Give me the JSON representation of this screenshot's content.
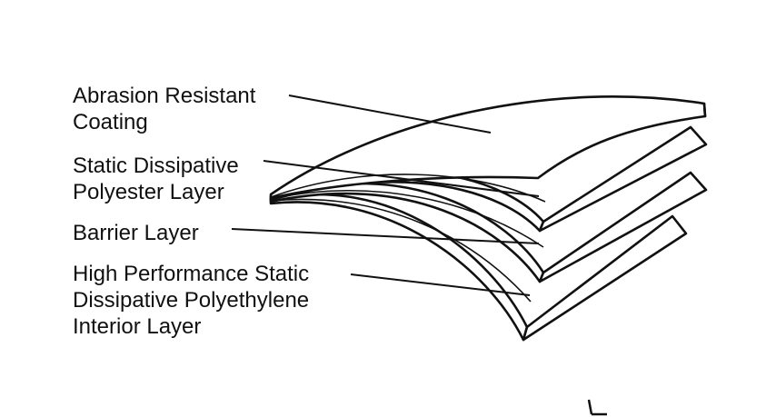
{
  "diagram": {
    "layers": [
      {
        "id": "coating",
        "lines": [
          "Abrasion Resistant",
          "Coating"
        ]
      },
      {
        "id": "polyester",
        "lines": [
          "Static Dissipative",
          "Polyester Layer"
        ]
      },
      {
        "id": "barrier",
        "lines": [
          "Barrier Layer"
        ]
      },
      {
        "id": "interior",
        "lines": [
          "High Performance Static",
          "Dissipative Polyethylene",
          "Interior Layer"
        ]
      }
    ]
  },
  "colors": {
    "ink": "#111111",
    "sheet": "#ffffff"
  }
}
